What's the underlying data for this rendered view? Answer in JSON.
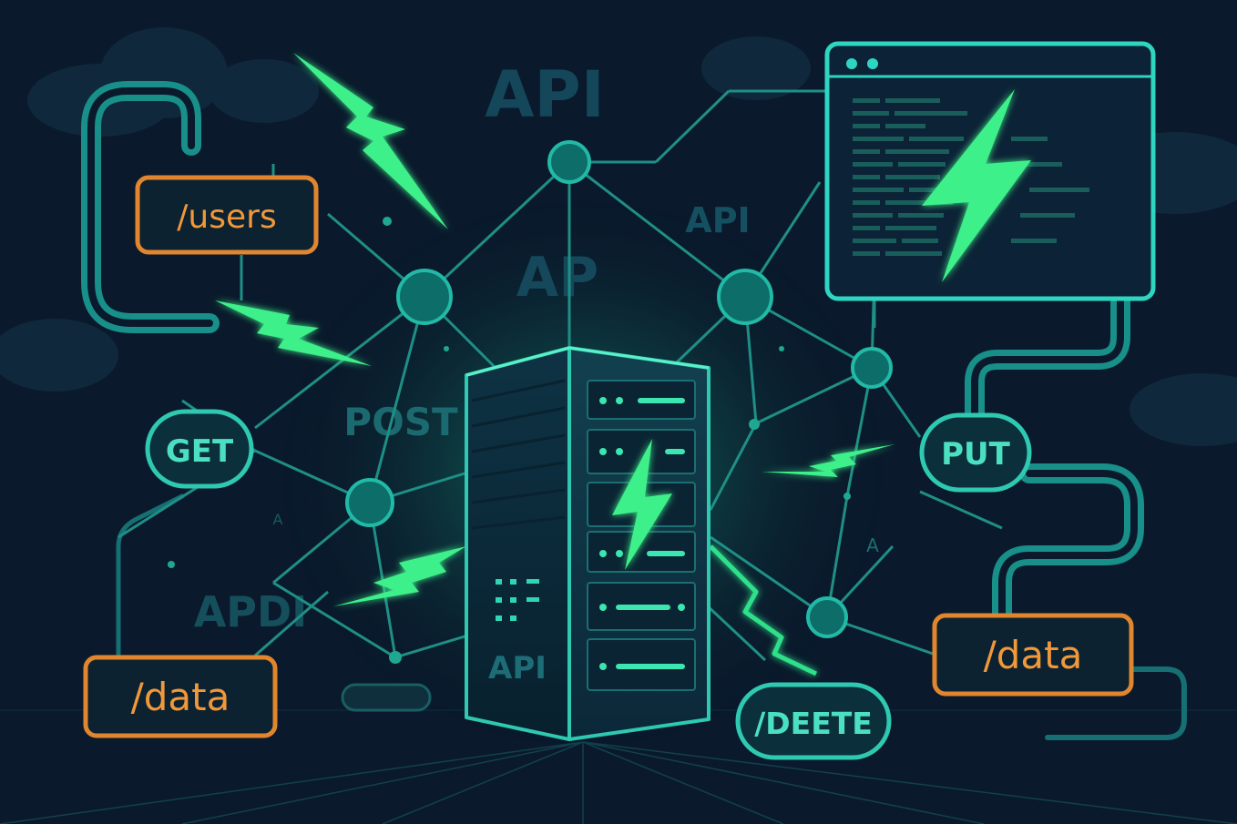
{
  "watermark_labels": [
    "API",
    "API",
    "AP",
    "POST",
    "APDI",
    "API"
  ],
  "method_pills": [
    {
      "id": "get",
      "label": "GET"
    },
    {
      "id": "put",
      "label": "PUT"
    },
    {
      "id": "delete",
      "label": "/DEETE"
    }
  ],
  "endpoint_tags": [
    {
      "id": "users",
      "label": "/users"
    },
    {
      "id": "data-left",
      "label": "/data"
    },
    {
      "id": "data-right",
      "label": "/data"
    }
  ],
  "server": {
    "label": "API"
  },
  "small_glyphs": [
    "A",
    "A"
  ],
  "colors": {
    "background": "#0a1a2c",
    "network_line": "#1f8f86",
    "node_fill": "#0d6e69",
    "node_stroke": "#22b9a6",
    "glow_green": "#3cf08a",
    "endpoint_orange": "#e1862e",
    "pill_teal": "#2ec9b0",
    "server_body": "#0f3a4a",
    "window_frame": "#2ed6c2"
  }
}
